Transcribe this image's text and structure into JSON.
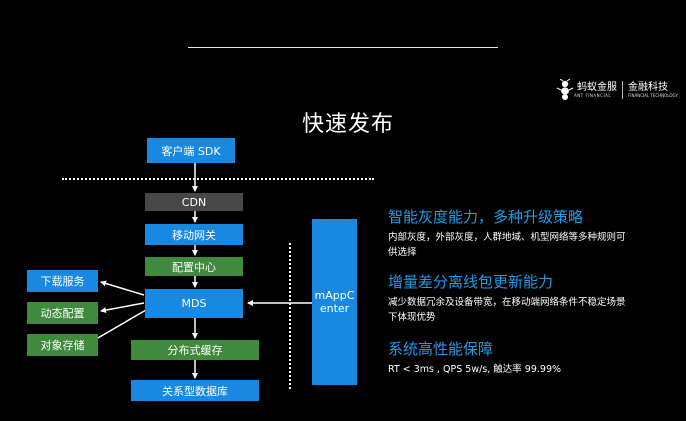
{
  "logo": {
    "brand_cn": "蚂蚁金服",
    "brand_en": "ANT FINANCIAL",
    "unit_cn": "金融科技",
    "unit_en": "FINANCIAL TECHNOLOGY"
  },
  "title": "快速发布",
  "diagram": {
    "client_sdk": "客户端 SDK",
    "cdn": "CDN",
    "mobile_gateway": "移动网关",
    "config_center": "配置中心",
    "mds": "MDS",
    "distributed_cache": "分布式缓存",
    "relational_db": "关系型数据库",
    "download_service": "下载服务",
    "dynamic_config": "动态配置",
    "object_storage": "对象存储",
    "mappcenter_line1": "mAppC",
    "mappcenter_line2": "enter"
  },
  "features": [
    {
      "heading": "智能灰度能力，多种升级策略",
      "desc1": "内部灰度，外部灰度，人群地域、机型网络等多种规则可",
      "desc2": "供选择"
    },
    {
      "heading": "增量差分离线包更新能力",
      "desc1": "减少数据冗余及设备带宽，在移动端网络条件不稳定场景",
      "desc2": "下体现优势"
    },
    {
      "heading": "系统高性能保障",
      "desc1": "RT < 3ms , QPS 5w/s, 触达率 99.99%",
      "desc2": ""
    }
  ],
  "colors": {
    "blue": "#1888e0",
    "green": "#3f8a3d",
    "gray": "#474747",
    "accent_text": "#1e9be8"
  }
}
